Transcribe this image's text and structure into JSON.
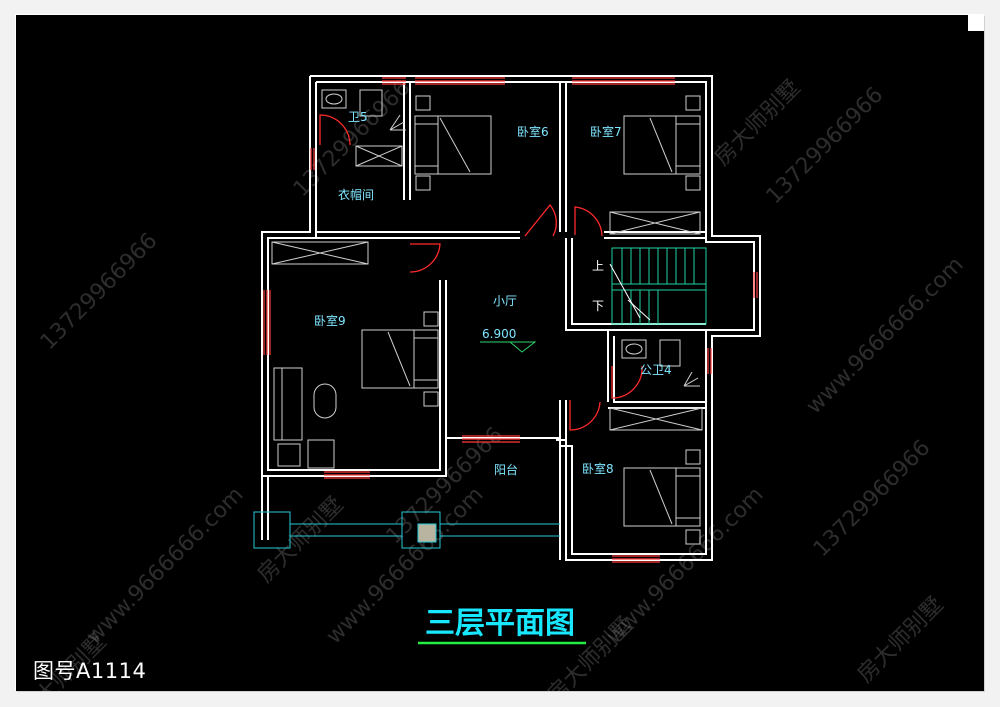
{
  "plan": {
    "title": "三层平面图",
    "drawing_number": "图号A1114",
    "elevation": "6.900",
    "stair_up": "上",
    "stair_down": "下",
    "rooms": {
      "bath5": "卫5",
      "bedroom6": "卧室6",
      "bedroom7": "卧室7",
      "closet": "衣帽间",
      "bedroom9": "卧室9",
      "hall": "小厅",
      "bath4": "公卫4",
      "balcony": "阳台",
      "bedroom8": "卧室8"
    }
  },
  "watermark": {
    "brand": "房大师别墅",
    "url": "www.9666666.com",
    "phone": "13729966966"
  },
  "colors": {
    "background": "#000000",
    "wall": "#ffffff",
    "window": "#ff3333",
    "door": "#ff2222",
    "room_label": "#7fe6ff",
    "title": "#17e8ff",
    "title_underline": "#22ee44",
    "stair": "#1fd3a6",
    "furniture": "#cfcfcf"
  }
}
